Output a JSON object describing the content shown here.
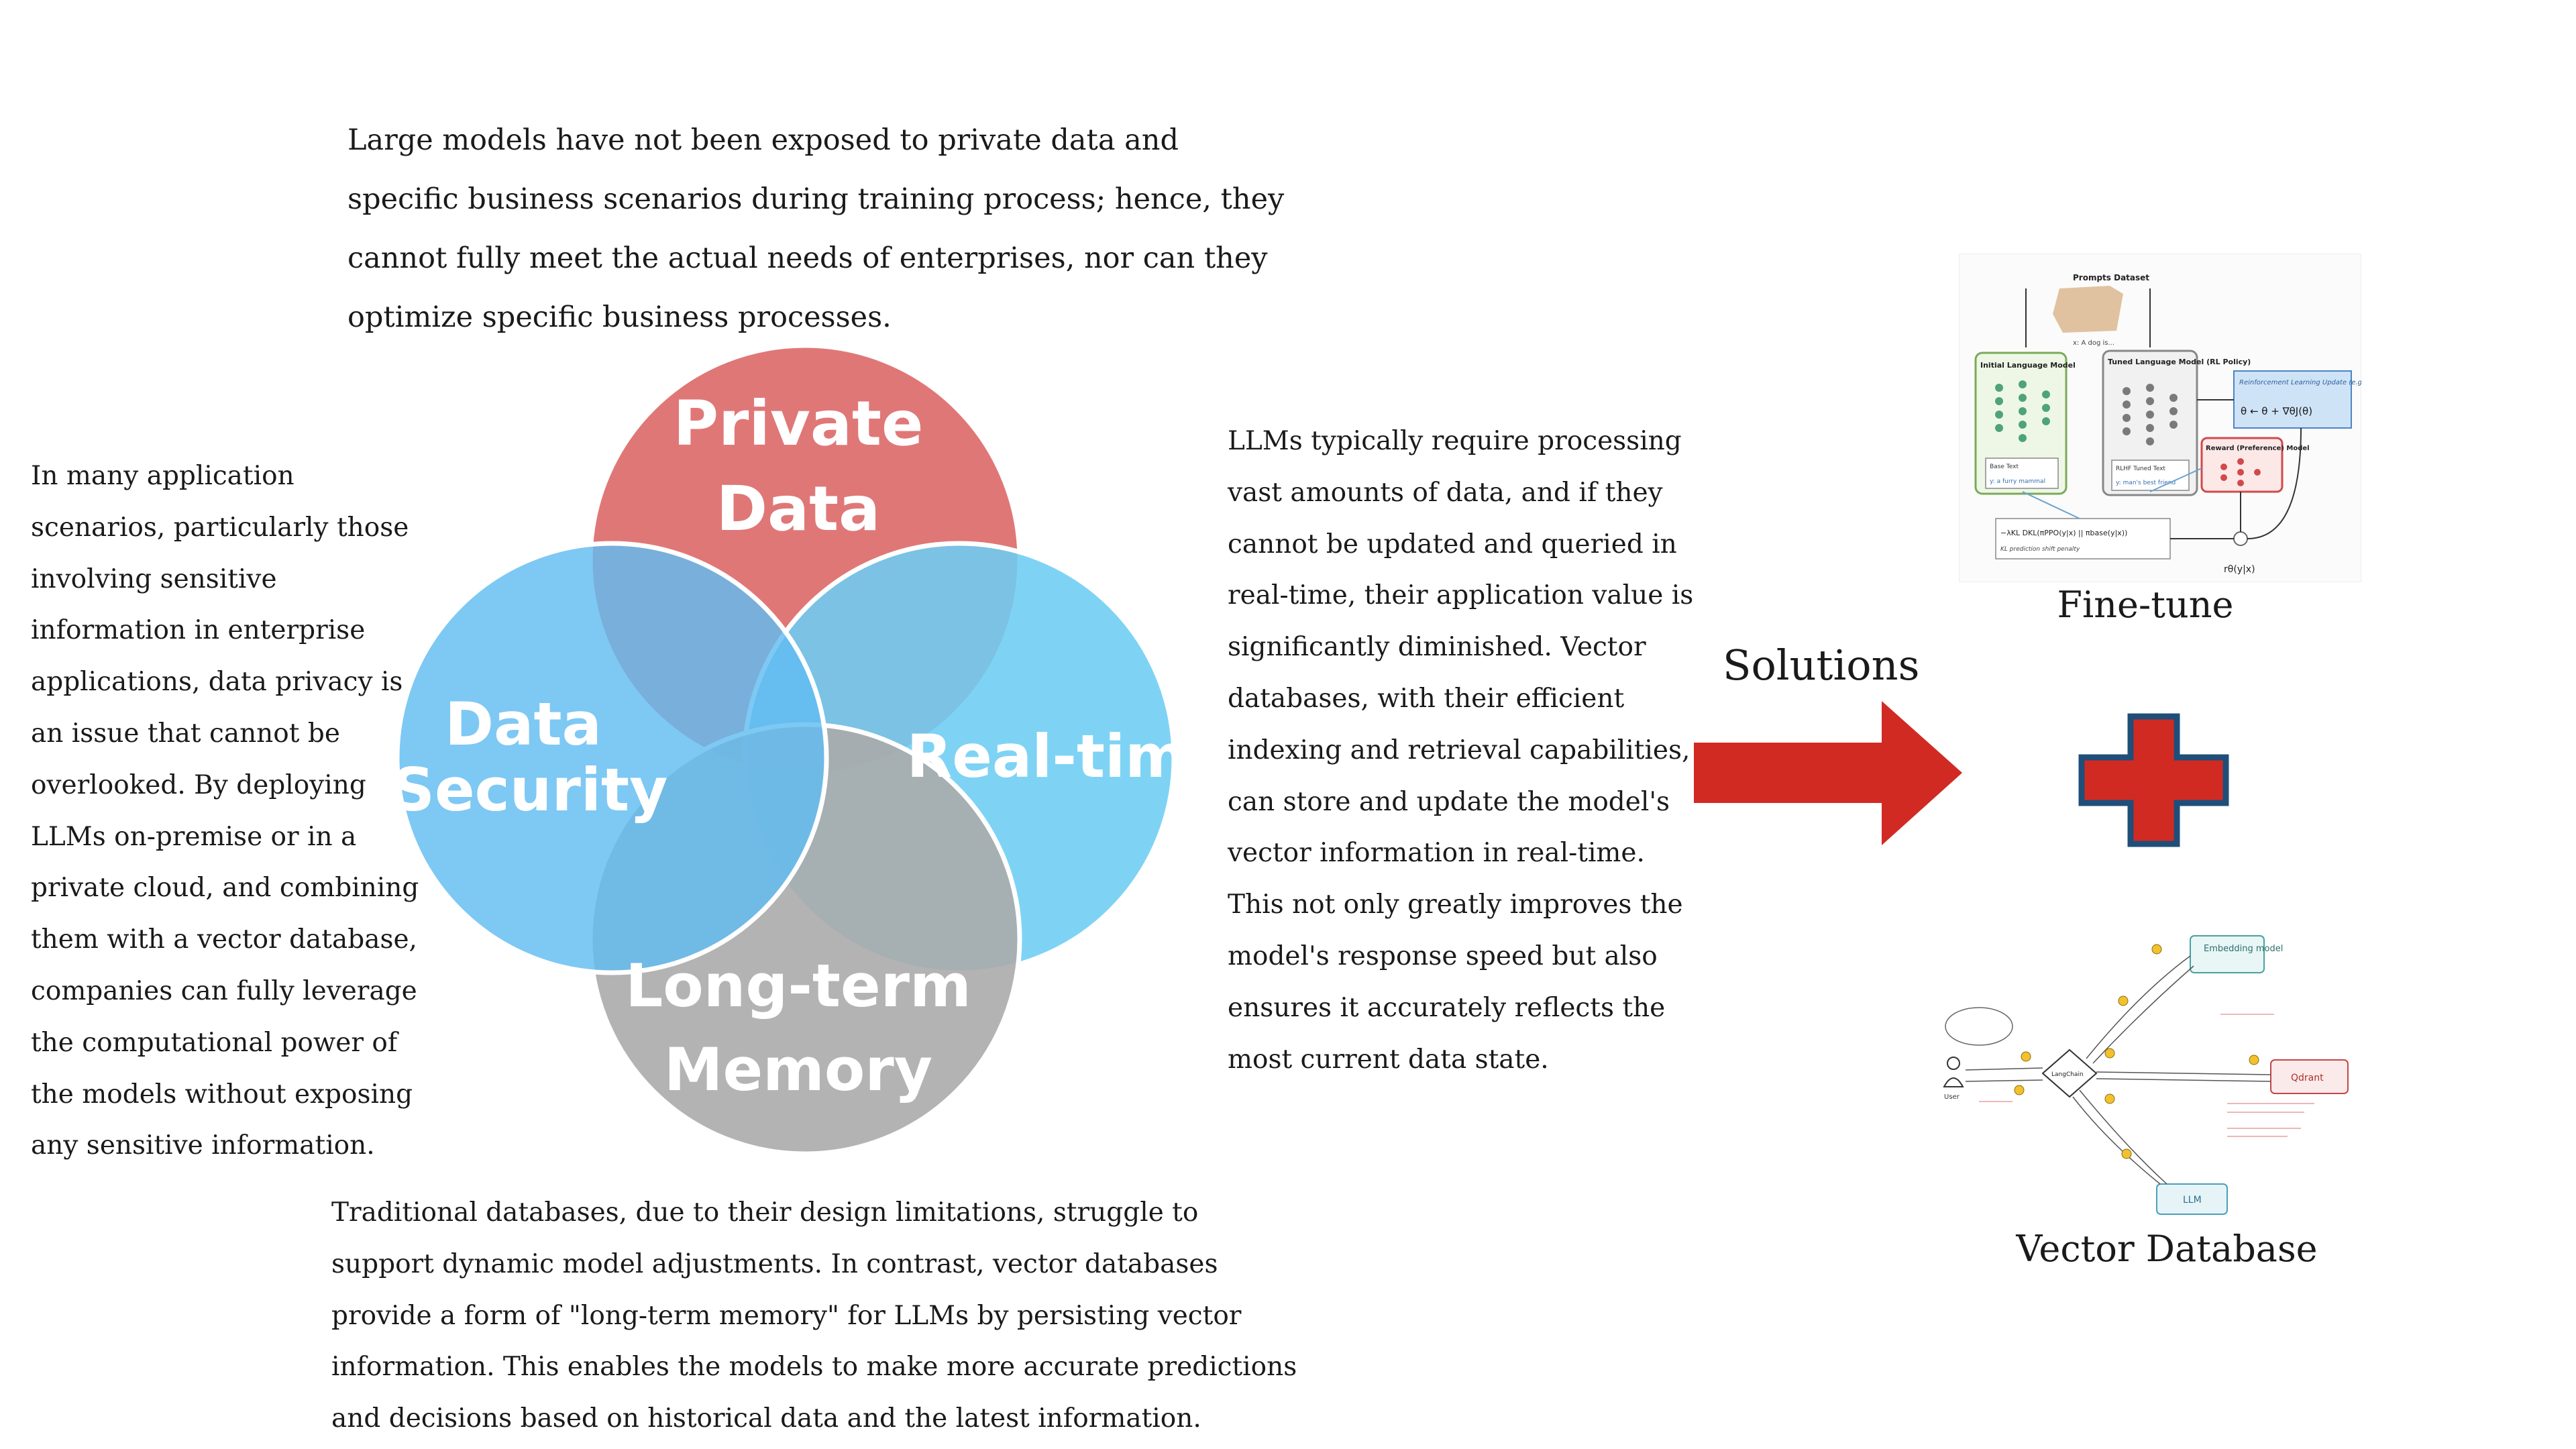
{
  "paragraphs": {
    "top": "Large models have not been exposed to private data and specific business scenarios during training process; hence, they cannot fully meet the actual needs of enterprises, nor can they optimize specific business processes.",
    "left": "In many application scenarios, particularly those involving sensitive information in enterprise applications, data privacy is an issue that cannot be overlooked. By deploying LLMs on-premise or in a private cloud, and combining them with a vector database, companies can fully leverage the computational power of the models without exposing any sensitive information.",
    "right": "LLMs typically require processing vast amounts of data, and if they cannot be updated and queried in real-time, their application value is significantly diminished. Vector databases, with their efficient indexing and retrieval capabilities, can store and update the model's vector information in real-time. This not only greatly improves the model's response speed but also ensures it accurately reflects the most current data state.",
    "bottom": "Traditional databases, due to their design limitations, struggle to support dynamic model adjustments. In contrast, vector databases provide a form of \"long-term memory\" for LLMs by persisting vector information. This enables the models to make more accurate predictions and decisions based on historical data and the latest information."
  },
  "venn": {
    "private_data": {
      "line1": "Private",
      "line2": "Data",
      "color": "#e07777"
    },
    "data_security": {
      "line1": "Data",
      "line2": "Security",
      "color": "#62bcf2"
    },
    "real_time": {
      "line1": "Real-time",
      "color": "#6ccdf4"
    },
    "long_term_memory": {
      "line1": "Long-term",
      "line2": "Memory",
      "color": "#b0b0b0"
    }
  },
  "solutions": {
    "label": "Solutions",
    "arrow_color": "#d12a23",
    "plus_color": "#d12a23",
    "plus_border_color": "#1f4e79"
  },
  "finetune": {
    "caption": "Fine-tune",
    "prompts_dataset": "Prompts Dataset",
    "prompt_example": "x: A dog is...",
    "initial_model": "Initial Language Model",
    "tuned_model": "Tuned Language Model (RL Policy)",
    "base_text": "Base Text",
    "base_example": "y: a furry mammal",
    "rlhf_text": "RLHF Tuned Text",
    "rlhf_example": "y: man's best friend",
    "rl_update": "Reinforcement Learning Update (e.g. PPO)",
    "update_formula": "θ ← θ + ∇θJ(θ)",
    "reward_model": "Reward (Preference) Model",
    "kl_term": "−λKL DKL(πPPO(y|x) || πbase(y|x))",
    "kl_note": "KL prediction shift penalty",
    "reward_formula": "rθ(y|x)"
  },
  "vector_db": {
    "caption": "Vector Database",
    "embedding_model": "Embedding model",
    "qdrant": "Qdrant",
    "llm": "LLM",
    "langchain": "LangChain",
    "user": "User"
  }
}
